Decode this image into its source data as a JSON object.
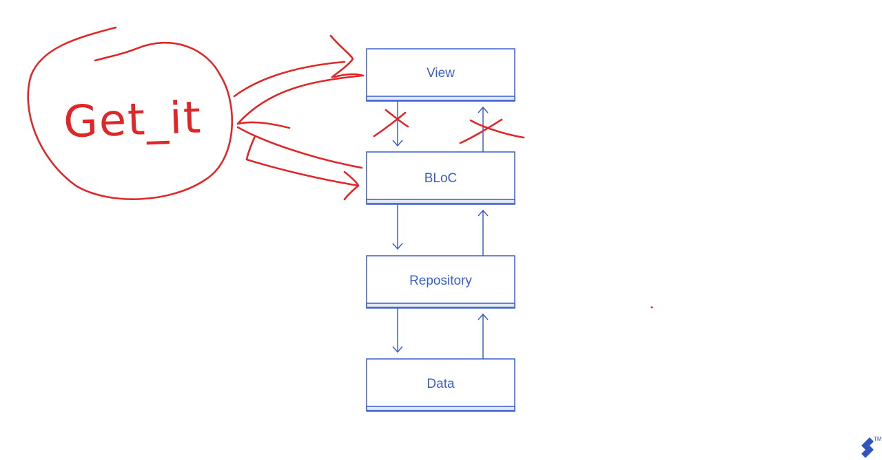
{
  "diagram": {
    "colors": {
      "blue": "#3a5fc9",
      "red": "#e02626",
      "logo": "#2f55c0"
    },
    "boxes": [
      {
        "id": "view",
        "label": "View"
      },
      {
        "id": "bloc",
        "label": "BLoC"
      },
      {
        "id": "repository",
        "label": "Repository"
      },
      {
        "id": "data",
        "label": "Data"
      }
    ],
    "annotation": {
      "handwritten": "Get_it"
    },
    "logo": {
      "icon": "toptal-logo-icon",
      "trademark": "TM"
    }
  }
}
